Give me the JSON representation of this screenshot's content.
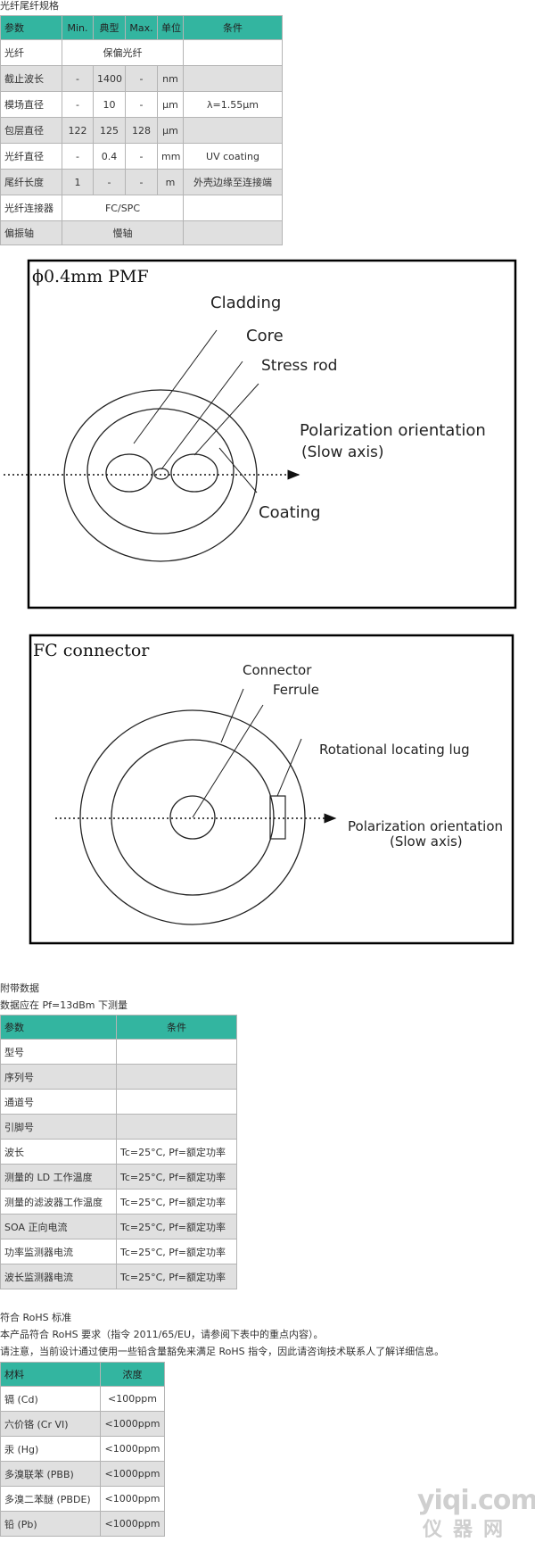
{
  "section1": {
    "title": "光纤尾纤规格",
    "headers": [
      "参数",
      "Min.",
      "典型",
      "Max.",
      "单位",
      "条件"
    ],
    "rows": [
      {
        "param": "光纤",
        "merged": "保偏光纤",
        "cond": ""
      },
      {
        "param": "截止波长",
        "min": "-",
        "typ": "1400",
        "max": "-",
        "unit": "nm",
        "cond": ""
      },
      {
        "param": "模场直径",
        "min": "-",
        "typ": "10",
        "max": "-",
        "unit": "μm",
        "cond": "λ=1.55μm"
      },
      {
        "param": "包层直径",
        "min": "122",
        "typ": "125",
        "max": "128",
        "unit": "μm",
        "cond": ""
      },
      {
        "param": "光纤直径",
        "min": "-",
        "typ": "0.4",
        "max": "-",
        "unit": "mm",
        "cond": "UV coating"
      },
      {
        "param": "尾纤长度",
        "min": "1",
        "typ": "-",
        "max": "-",
        "unit": "m",
        "cond": "外壳边缘至连接端"
      },
      {
        "param": "光纤连接器",
        "merged": "FC/SPC",
        "cond": ""
      },
      {
        "param": "偏振轴",
        "merged": "慢轴",
        "cond": ""
      }
    ]
  },
  "diagram1": {
    "title": "ϕ0.4mm PMF",
    "cladding": "Cladding",
    "core": "Core",
    "stress_rod": "Stress rod",
    "polarization_1": "Polarization orientation",
    "polarization_2": "(Slow axis)",
    "coating": "Coating"
  },
  "diagram2": {
    "title": "FC connector",
    "connector": "Connector",
    "ferrule": "Ferrule",
    "lug": "Rotational locating lug",
    "polarization_1": "Polarization orientation",
    "polarization_2": "(Slow axis)"
  },
  "section2": {
    "title": "附带数据",
    "subtitle": "数据应在 Pf=13dBm 下测量",
    "headers": [
      "参数",
      "条件"
    ],
    "rows": [
      {
        "param": "型号",
        "cond": ""
      },
      {
        "param": "序列号",
        "cond": ""
      },
      {
        "param": "通道号",
        "cond": ""
      },
      {
        "param": "引脚号",
        "cond": ""
      },
      {
        "param": "波长",
        "cond": "Tc=25°C,  Pf=额定功率"
      },
      {
        "param": "测量的 LD 工作温度",
        "cond": "Tc=25°C,  Pf=额定功率"
      },
      {
        "param": "测量的滤波器工作温度",
        "cond": "Tc=25°C,  Pf=额定功率"
      },
      {
        "param": "SOA 正向电流",
        "cond": "Tc=25°C,  Pf=额定功率"
      },
      {
        "param": "功率监测器电流",
        "cond": "Tc=25°C,  Pf=额定功率"
      },
      {
        "param": "波长监测器电流",
        "cond": "Tc=25°C,  Pf=额定功率"
      }
    ]
  },
  "section3": {
    "title": "符合 RoHS 标准",
    "line1": "本产品符合 RoHS 要求（指令 2011/65/EU，请参阅下表中的重点内容）。",
    "line2": "请注意，当前设计通过使用一些铅含量豁免来满足 RoHS 指令，因此请咨询技术联系人了解详细信息。",
    "headers": [
      "材料",
      "浓度"
    ],
    "rows": [
      {
        "material": "镉 (Cd)",
        "conc": "<100ppm"
      },
      {
        "material": "六价铬 (Cr VI)",
        "conc": "<1000ppm"
      },
      {
        "material": "汞 (Hg)",
        "conc": "<1000ppm"
      },
      {
        "material": "多溴联苯 (PBB)",
        "conc": "<1000ppm"
      },
      {
        "material": "多溴二苯醚 (PBDE)",
        "conc": "<1000ppm"
      },
      {
        "material": "铅 (Pb)",
        "conc": "<1000ppm"
      }
    ]
  },
  "watermark": {
    "top": "yiqi.com",
    "bottom": "仪器网"
  },
  "colors": {
    "header_bg": "#33b5a0",
    "alt_row_bg": "#e0e0e0"
  }
}
